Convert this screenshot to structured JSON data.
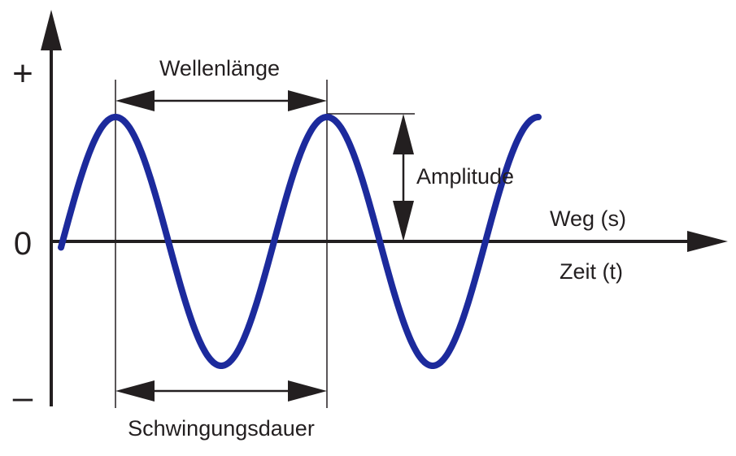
{
  "labels": {
    "plus": "+",
    "minus": "–",
    "zero": "0",
    "wavelength": "Wellenlänge",
    "amplitude": "Amplitude",
    "path": "Weg (s)",
    "time": "Zeit (t)",
    "period": "Schwingungsdauer"
  },
  "wave": {
    "cycles_shown": 2.25,
    "color": "#1c2a9c"
  },
  "colors": {
    "ink": "#231f20",
    "wave": "#1c2a9c"
  }
}
